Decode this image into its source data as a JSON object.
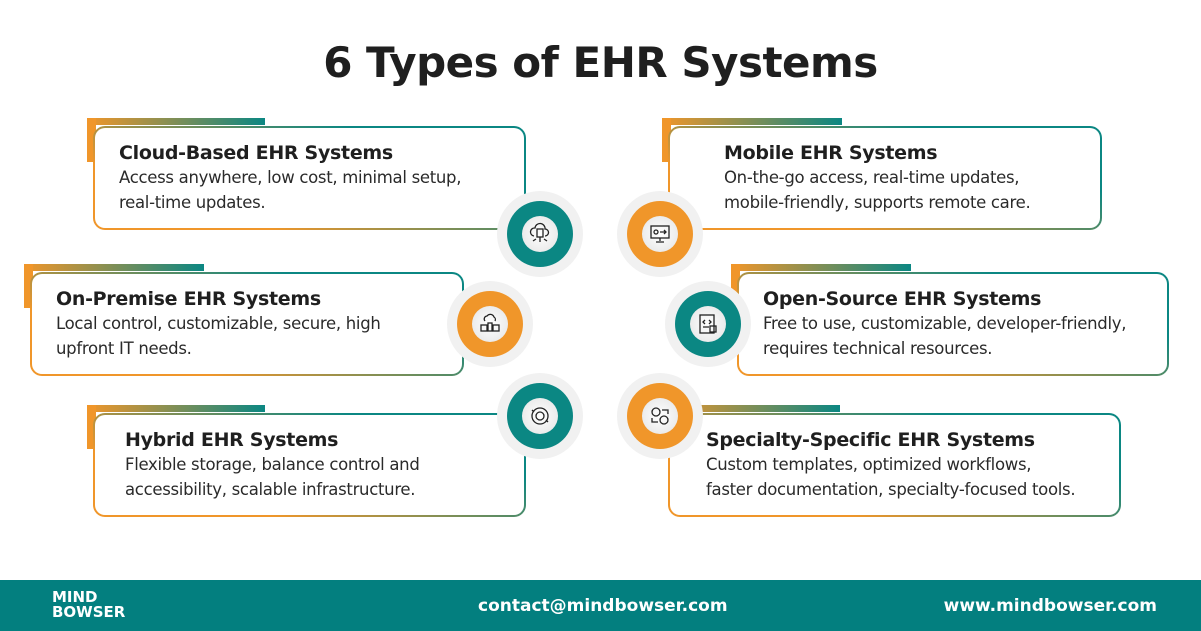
{
  "title": "6 Types of EHR Systems",
  "cards": [
    {
      "title": "Cloud-Based EHR Systems",
      "desc1": "Access anywhere, low cost, minimal setup,",
      "desc2": "real-time updates.",
      "icon": "cloud-server-icon"
    },
    {
      "title": "On-Premise EHR Systems",
      "desc1": "Local control, customizable, secure, high",
      "desc2": "upfront IT needs.",
      "icon": "local-server-icon"
    },
    {
      "title": "Hybrid EHR Systems",
      "desc1": "Flexible storage, balance control and",
      "desc2": "accessibility, scalable infrastructure.",
      "icon": "hybrid-sync-icon"
    },
    {
      "title": "Mobile EHR Systems",
      "desc1": "On-the-go access, real-time updates,",
      "desc2": "mobile-friendly, supports remote care.",
      "icon": "monitor-settings-icon"
    },
    {
      "title": "Open-Source EHR Systems",
      "desc1": "Free to use, customizable, developer-friendly,",
      "desc2": "requires technical resources.",
      "icon": "code-document-icon"
    },
    {
      "title": "Specialty-Specific EHR Systems",
      "desc1": "Custom templates, optimized workflows,",
      "desc2": "faster documentation, specialty-focused tools.",
      "icon": "gears-workflow-icon"
    }
  ],
  "footer": {
    "logo_line1": "MIND",
    "logo_line2": "BOWSER",
    "email": "contact@mindbowser.com",
    "website": "www.mindbowser.com"
  },
  "colors": {
    "teal": "#0b8783",
    "orange": "#f0962a",
    "footer": "#037f7f"
  }
}
